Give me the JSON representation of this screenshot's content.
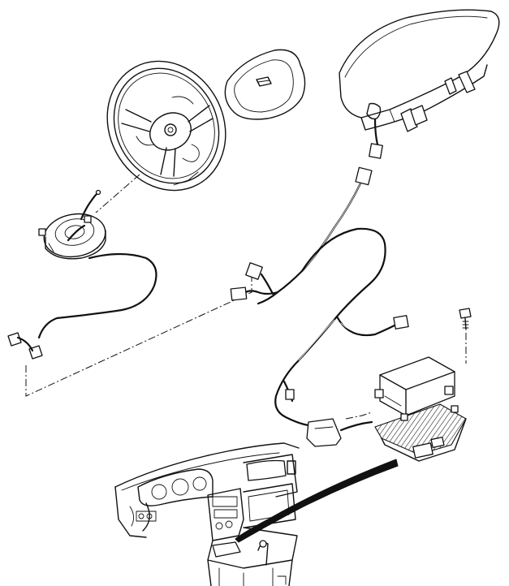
{
  "diagram": {
    "components": [
      {
        "id": "steering-wheel",
        "icon": "steering-wheel-icon"
      },
      {
        "id": "driver-airbag-module",
        "icon": "airbag-cover-icon"
      },
      {
        "id": "clock-spring",
        "icon": "clock-spring-icon"
      },
      {
        "id": "passenger-airbag-module",
        "icon": "passenger-airbag-icon"
      },
      {
        "id": "airbag-wiring-harness",
        "icon": "wiring-harness-icon"
      },
      {
        "id": "airbag-control-unit",
        "icon": "control-unit-icon"
      },
      {
        "id": "mounting-bolt",
        "icon": "bolt-icon"
      },
      {
        "id": "dashboard-location-view",
        "icon": "dashboard-icon"
      }
    ],
    "colors": {
      "line": "#111111",
      "background": "#ffffff"
    }
  }
}
